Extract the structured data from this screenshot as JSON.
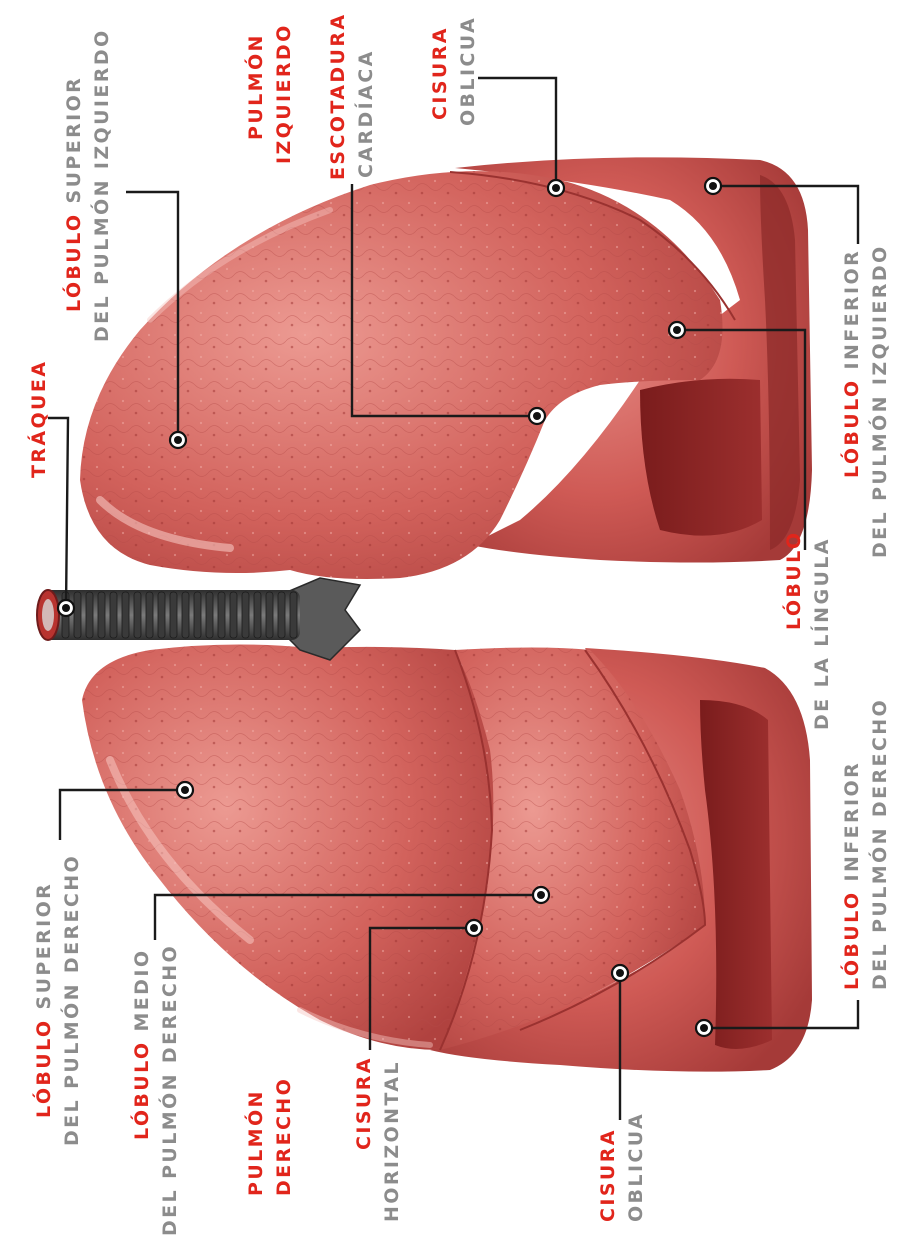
{
  "labels": {
    "traquea": {
      "key": "TRÁQUEA"
    },
    "lobulo_sup_izq": {
      "key": "LÓBULO",
      "rest": " SUPERIOR",
      "line2": "DEL PULMÓN IZQUIERDO"
    },
    "pulmon_izq": {
      "line1": "PULMÓN",
      "line2": "IZQUIERDO"
    },
    "escotadura": {
      "key": "ESCOTADURA",
      "line2": "CARDÍACA"
    },
    "cisura_oblicua_izq": {
      "key": "CISURA",
      "line2": "OBLICUA"
    },
    "lobulo_inf_izq": {
      "key": "LÓBULO",
      "rest": " INFERIOR",
      "line2": "DEL PULMÓN IZQUIERDO"
    },
    "lingula": {
      "key": "LÓBULO",
      "line2": "DE LA LÍNGULA"
    },
    "lobulo_inf_der": {
      "key": "LÓBULO",
      "rest": " INFERIOR",
      "line2": "DEL PULMÓN DERECHO"
    },
    "lobulo_sup_der": {
      "key": "LÓBULO",
      "rest": " SUPERIOR",
      "line2": "DEL PULMÓN DERECHO"
    },
    "lobulo_medio_der": {
      "key": "LÓBULO",
      "rest": " MEDIO",
      "line2": "DEL PULMÓN DERECHO"
    },
    "pulmon_der": {
      "line1": "PULMÓN",
      "line2": "DERECHO"
    },
    "cisura_horizontal": {
      "key": "CISURA",
      "line2": "HORIZONTAL"
    },
    "cisura_oblicua_der": {
      "key": "CISURA",
      "line2": "OBLICUA"
    }
  },
  "colors": {
    "key_text": "#e1251b",
    "secondary_text": "#8c8c8c",
    "lung_base": "#c9534f",
    "lung_highlight": "#f1a6a0",
    "lung_shadow": "#8f2626",
    "trachea": "#444444"
  }
}
